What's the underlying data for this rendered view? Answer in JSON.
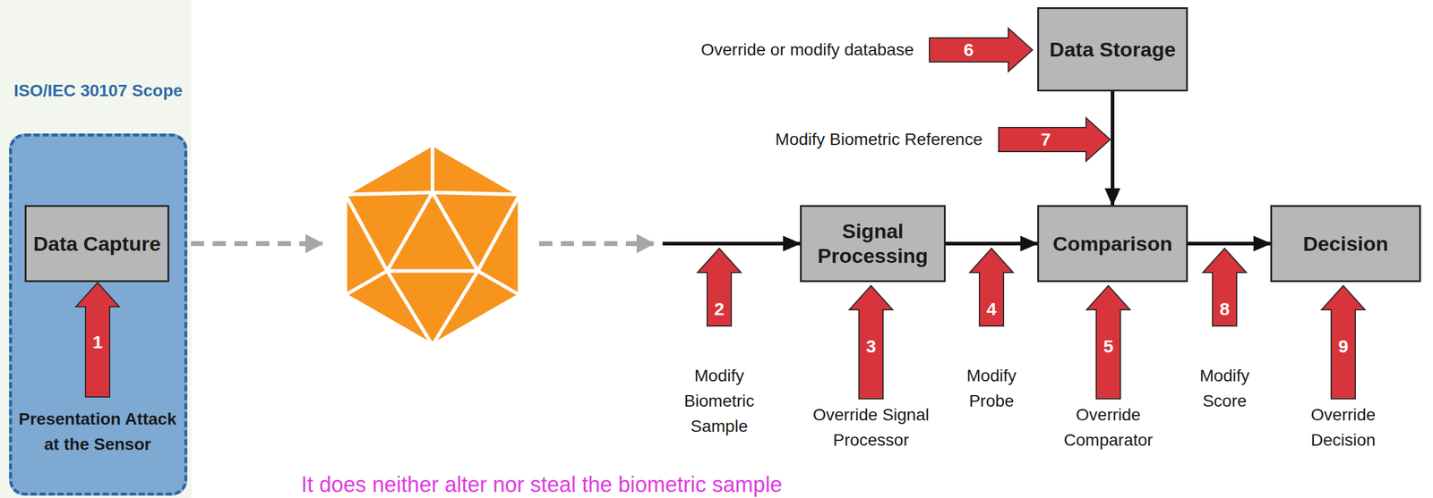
{
  "diagram": {
    "caption": "It does neither alter nor steal the biometric sample",
    "nodes": [
      {
        "text": [
          "ISO/IEC 30107 Scope"
        ]
      },
      {
        "text": [
          "Data Capture"
        ],
        "in": 0
      },
      {
        "text": [
          "Data Storage"
        ]
      },
      {
        "text": [
          "Signal Processing"
        ]
      },
      {
        "text": [
          "Comparison"
        ]
      },
      {
        "text": [
          "Decision"
        ]
      }
    ],
    "edges": [
      {
        "from": 1,
        "to": 3,
        "arrow": "to"
      },
      {
        "from": 3,
        "to": 4,
        "arrow": "to"
      },
      {
        "from": 4,
        "to": 5,
        "arrow": "to"
      },
      {
        "from": 2,
        "to": 4,
        "arrow": "to"
      }
    ],
    "labels": [
      "1",
      "Presentation Attack at the Sensor",
      "Override or modify database",
      "6",
      "Modify Biometric Reference",
      "7",
      "2",
      "Modify Biometric Sample",
      "3",
      "Override Signal Processor",
      "4",
      "Modify Probe",
      "5",
      "Override Comparator",
      "8",
      "Modify Score",
      "9",
      "Override Decision"
    ]
  }
}
